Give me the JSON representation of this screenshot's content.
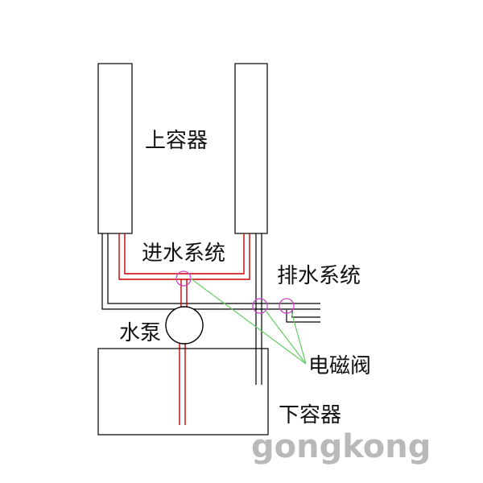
{
  "labels": {
    "upper_container": "上容器",
    "inlet_system": "进水系统",
    "drain_system": "排水系统",
    "pump": "水泵",
    "solenoid_valve": "电磁阀",
    "lower_container": "下容器"
  },
  "watermark": "gongkong",
  "colors": {
    "outline": "#000000",
    "inlet_pipe": "#cc0000",
    "valve_marker": "#cc44cc",
    "leader_line": "#66cc66",
    "watermark": "#b9b9b9"
  }
}
